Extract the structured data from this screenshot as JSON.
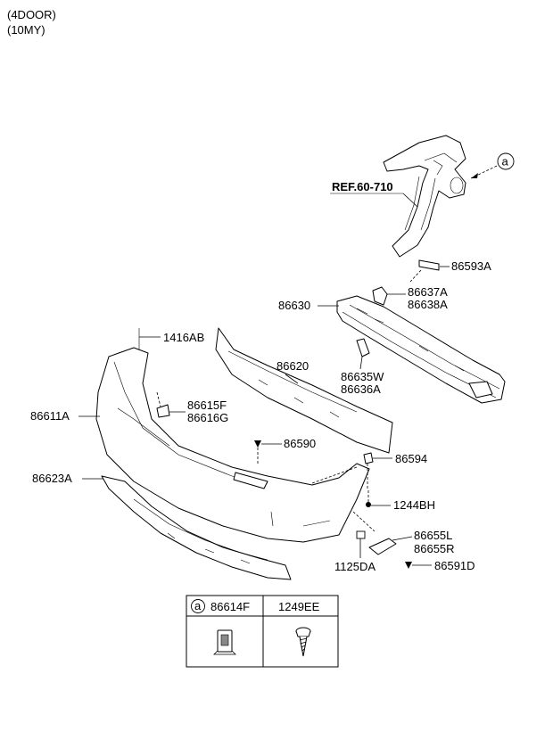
{
  "header": {
    "line1": "(4DOOR)",
    "line2": "(10MY)"
  },
  "reference": {
    "label": "REF.60-710",
    "callout": "a"
  },
  "parts": {
    "p86593A": "86593A",
    "p86637A": "86637A",
    "p86638A": "86638A",
    "p86630": "86630",
    "p1416AB": "1416AB",
    "p86620": "86620",
    "p86635W": "86635W",
    "p86636A": "86636A",
    "p86615F": "86615F",
    "p86616G": "86616G",
    "p86611A": "86611A",
    "p86590": "86590",
    "p86594": "86594",
    "p86623A": "86623A",
    "p1244BH": "1244BH",
    "p86655L": "86655L",
    "p86655R": "86655R",
    "p1125DA": "1125DA",
    "p86591D": "86591D"
  },
  "legend_table": {
    "callout": "a",
    "col1": "86614F",
    "col2": "1249EE",
    "col1_icon": "clip-nut-icon",
    "col2_icon": "tapping-screw-icon"
  }
}
